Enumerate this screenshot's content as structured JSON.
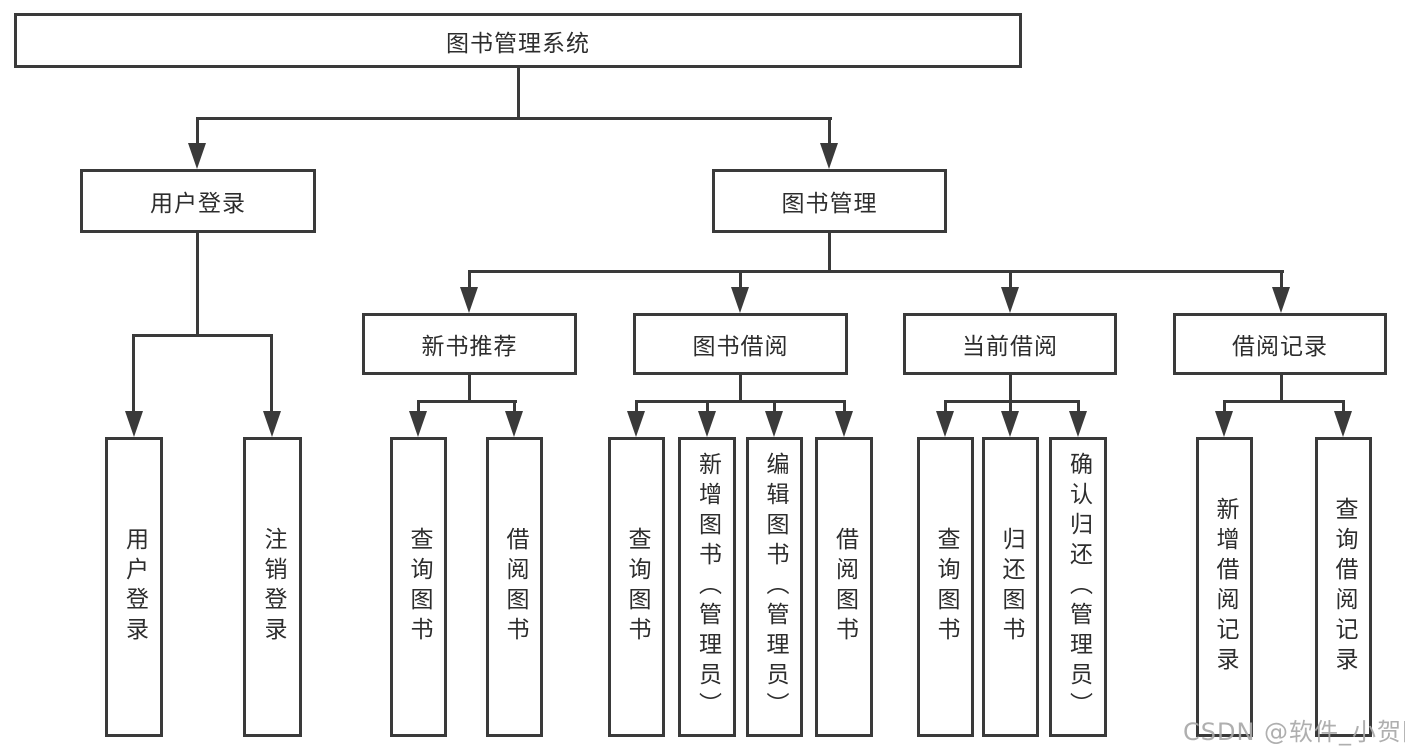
{
  "diagram": {
    "title": "图书管理系统",
    "root": "图书管理系统",
    "level2": [
      "用户登录",
      "图书管理"
    ],
    "level3": [
      "新书推荐",
      "图书借阅",
      "当前借阅",
      "借阅记录"
    ],
    "leaves_login": [
      "用户登录",
      "注销登录"
    ],
    "leaves_recommend": [
      "查询图书",
      "借阅图书"
    ],
    "leaves_borrow": [
      "查询图书",
      "新增图书（管理员）",
      "编辑图书（管理员）",
      "借阅图书"
    ],
    "leaves_current": [
      "查询图书",
      "归还图书",
      "确认归还（管理员）"
    ],
    "leaves_records": [
      "新增借阅记录",
      "查询借阅记录"
    ]
  },
  "watermark": "CSDN @软件_小贺同学",
  "colors": {
    "background": "#ffffff",
    "line": "#3a3a3a",
    "box_border": "#3a3a3a",
    "text": "#2d2d2d",
    "watermark": "#a8a8a8"
  }
}
